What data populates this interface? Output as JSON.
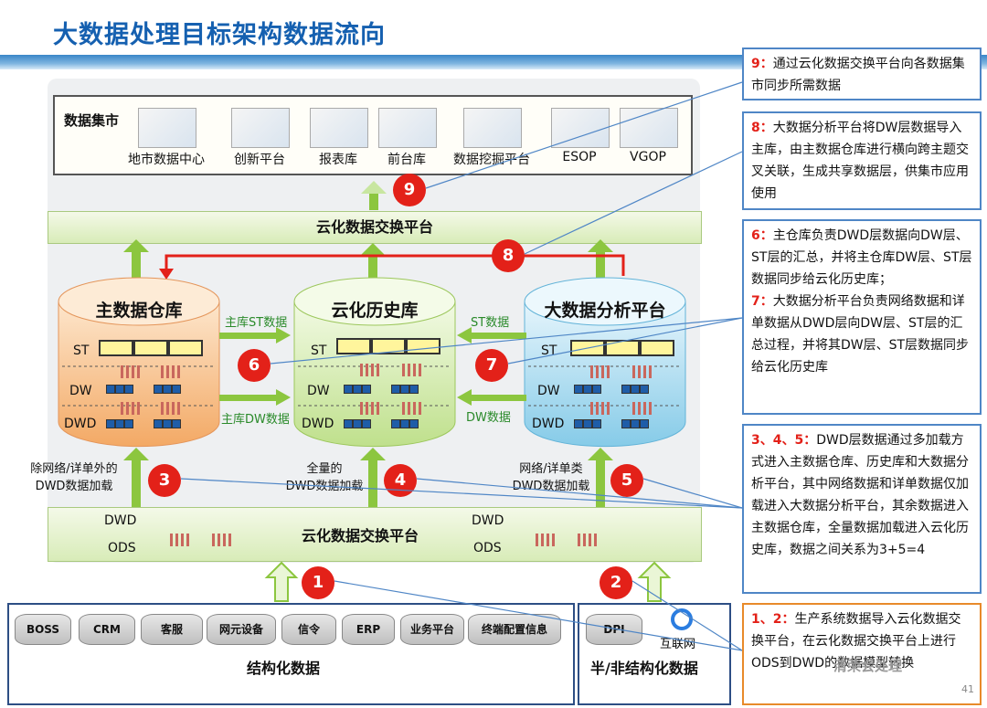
{
  "title": "大数据处理目标架构数据流向",
  "data_mart": {
    "title": "数据集市",
    "items": [
      "地市数据中心",
      "创新平台",
      "报表库",
      "前台库",
      "数据挖掘平台",
      "ESOP",
      "VGOP"
    ]
  },
  "exchange_top": "云化数据交换平台",
  "exchange_bottom": "云化数据交换平台",
  "cylinders": {
    "main": {
      "title": "主数据仓库",
      "layers": [
        "ST",
        "DW",
        "DWD"
      ]
    },
    "history": {
      "title": "云化历史库",
      "layers": [
        "ST",
        "DW",
        "DWD"
      ]
    },
    "bigdata": {
      "title": "大数据分析平台",
      "layers": [
        "ST",
        "DW",
        "DWD"
      ]
    }
  },
  "flows": {
    "main_st": "主库ST数据",
    "main_dw": "主库DW数据",
    "st_data": "ST数据",
    "dw_data": "DW数据"
  },
  "load_notes": {
    "left": "除网络/详单外的\nDWD数据加载",
    "mid": "全量的\nDWD数据加载",
    "right": "网络/详单类\nDWD数据加载"
  },
  "exchange_layers": {
    "dwd": "DWD",
    "ods": "ODS"
  },
  "badges": [
    "1",
    "2",
    "3",
    "4",
    "5",
    "6",
    "7",
    "8",
    "9"
  ],
  "sources": {
    "structured_title": "结构化数据",
    "structured": [
      "BOSS",
      "CRM",
      "客服",
      "网元设备",
      "信令",
      "ERP",
      "业务平台",
      "终端配置信息"
    ],
    "semi_title": "半/非结构化数据",
    "semi_db": "DPI",
    "internet": "互联网"
  },
  "notes": {
    "n9_head": "9：",
    "n9": "通过云化数据交换平台向各数据集市同步所需数据",
    "n8_head": "8：",
    "n8": "大数据分析平台将DW层数据导入主库，由主数据仓库进行横向跨主题交叉关联，生成共享数据层，供集市应用使用",
    "n6_head": "6：",
    "n6": "主仓库负责DWD层数据向DW层、ST层的汇总，并将主仓库DW层、ST层数据同步给云化历史库；",
    "n7_head": "7：",
    "n7": "大数据分析平台负责网络数据和详单数据从DWD层向DW层、ST层的汇总过程，并将其DW层、ST层数据同步给云化历史库",
    "n345_head": "3、4、5：",
    "n345": "DWD层数据通过多加载方式进入主数据仓库、历史库和大数据分析平台，其中网络数据和详单数据仅加载进入大数据分析平台，其余数据进入主数据仓库，全量数据加载进入云化历史库，数据之间关系为3+5=4",
    "n12_head": "1、2：",
    "n12": "生产系统数据导入云化数据交换平台，在云化数据交换平台上进行ODS到DWD的数据模型转换"
  },
  "watermark": "清荣会处理",
  "page_number": "41",
  "colors": {
    "accent": "#1560b0",
    "badge": "#e32119",
    "arrow_green": "#8cc63f",
    "note_border": "#4f86c6",
    "note_border_orange": "#e88a2a"
  }
}
